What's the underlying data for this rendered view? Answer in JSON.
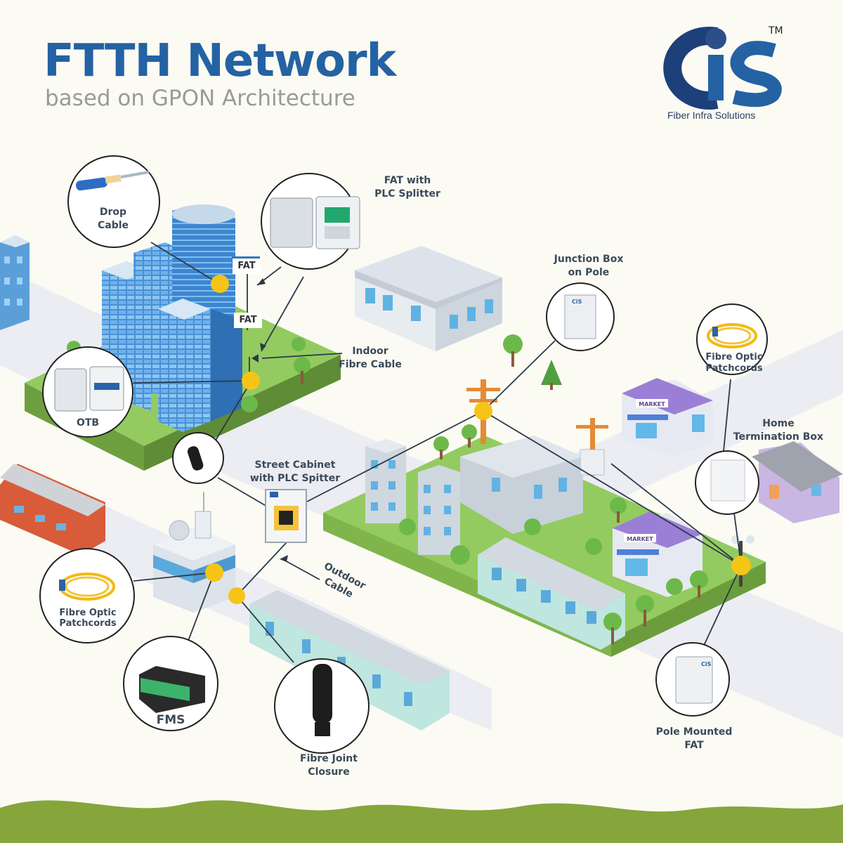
{
  "header": {
    "title": "FTTH Network",
    "subtitle": "based on GPON Architecture"
  },
  "brand": {
    "name": "CIS",
    "tagline": "Fiber Infra Solutions",
    "trademark": "TM",
    "colors": {
      "primary": "#2462a4",
      "dark": "#1d3f7a"
    }
  },
  "labels": {
    "drop_cable": "Drop\nCable",
    "fat_splitter": "FAT with\nPLC Splitter",
    "fat_top": "FAT",
    "fat_bottom": "FAT",
    "indoor_cable": "Indoor\nFibre Cable",
    "otb": "OTB",
    "junction_box": "Junction Box\non Pole",
    "patchcords_right": "Fibre Optic\nPatchcords",
    "home_termination": "Home\nTermination Box",
    "street_cabinet": "Street  Cabinet\nwith PLC Spitter",
    "outdoor_cable": "Outdoor\nCable",
    "patchcords_left": "Fibre Optic\nPatchcords",
    "fms": "FMS",
    "fibre_joint": "Fibre Joint\nClosure",
    "pole_fat": "Pole Mounted\nFAT"
  },
  "signs": {
    "market": "MARKET"
  },
  "colors": {
    "background": "#fbfbf3",
    "connector_dot": "#f6c417",
    "grass": "#8fc95a",
    "hill": "#86a53b",
    "road": "#e9e9f1"
  }
}
